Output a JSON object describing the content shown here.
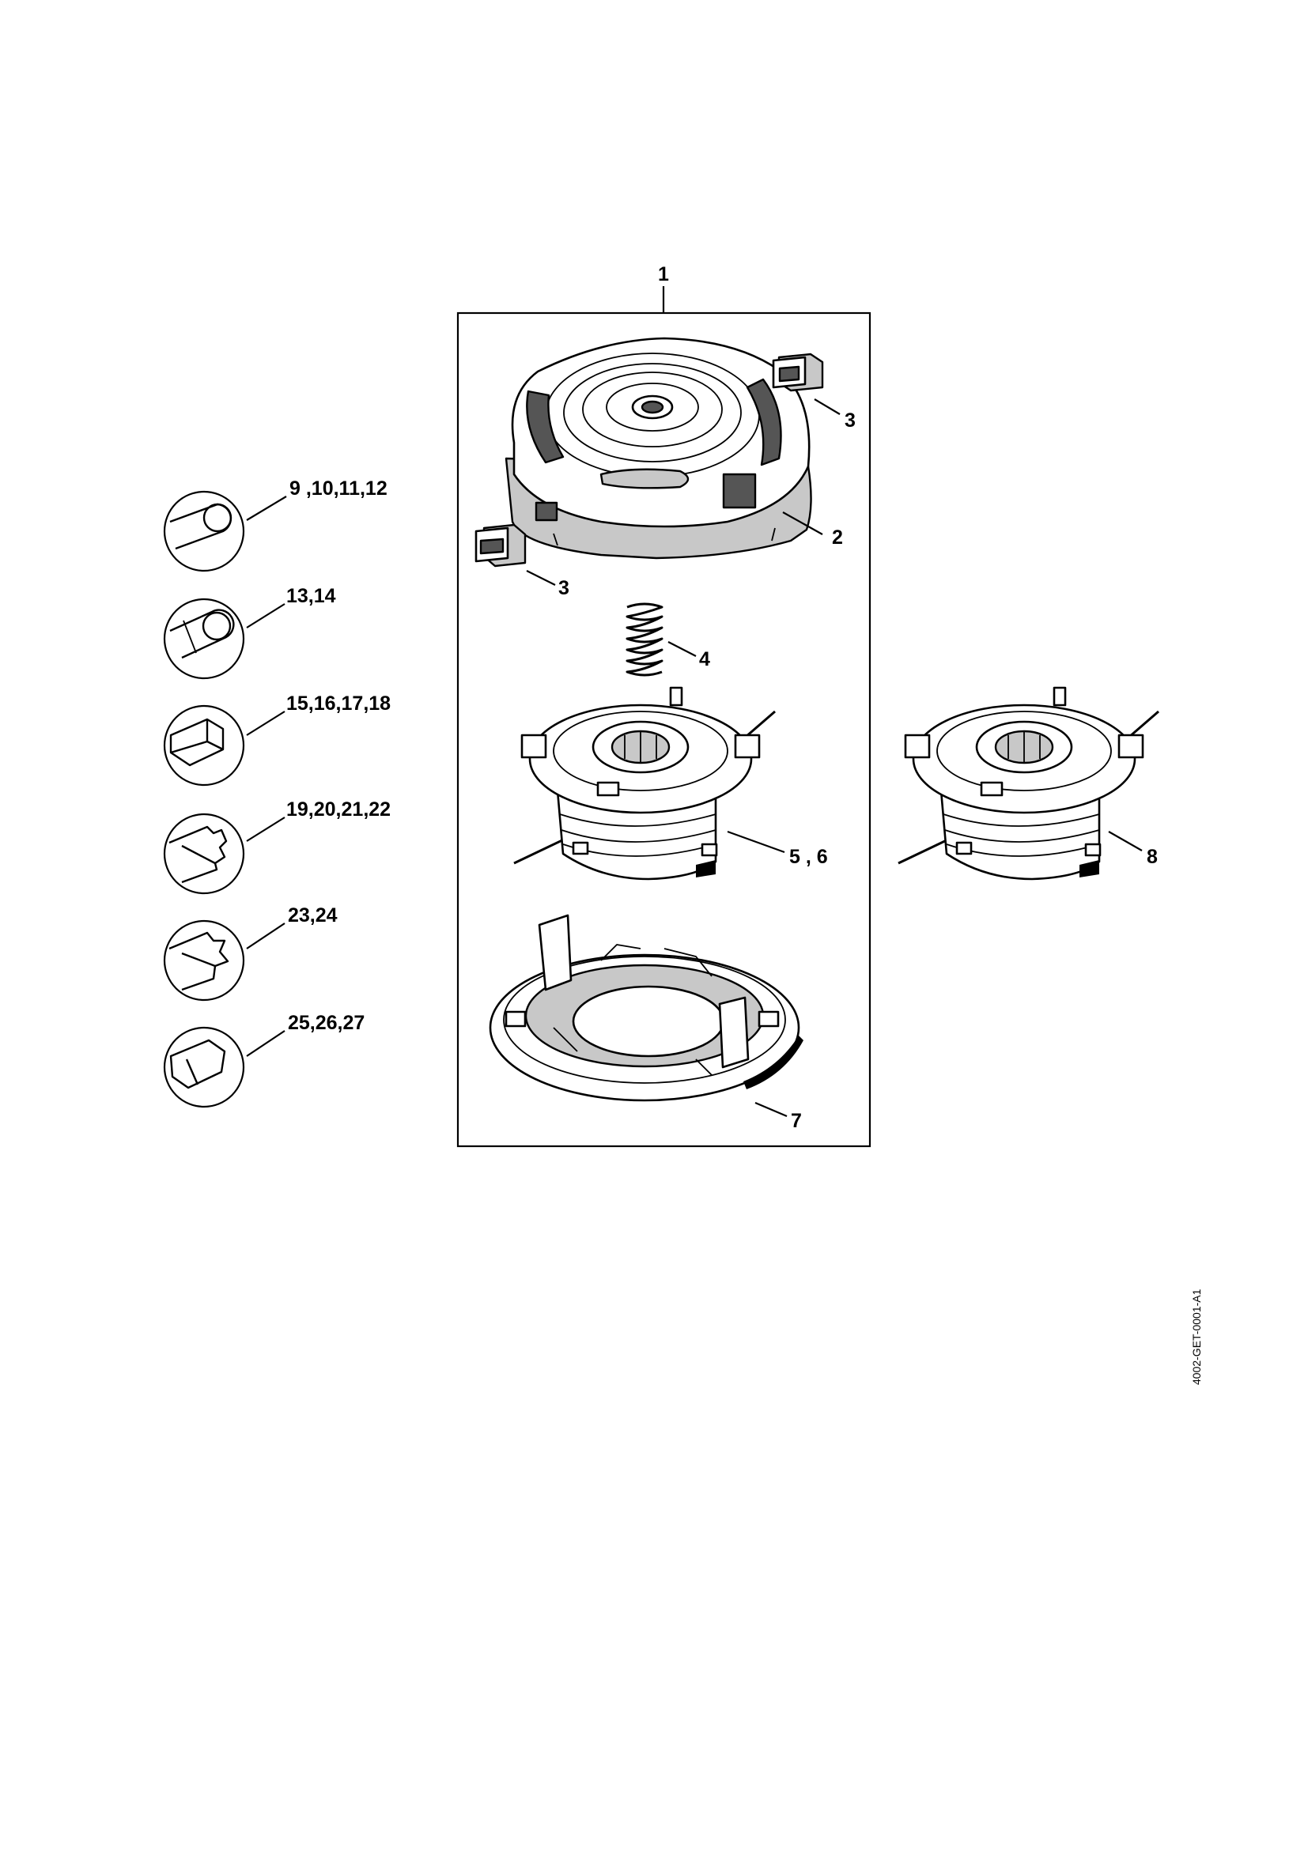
{
  "callouts": {
    "c1": "1",
    "c2": "2",
    "c3a": "3",
    "c3b": "3",
    "c4": "4",
    "c56": "5 , 6",
    "c7": "7",
    "c8": "8",
    "t1": "9 ,10,11,12",
    "t2": "13,14",
    "t3": "15,16,17,18",
    "t4": "19,20,21,22",
    "t5": "23,24",
    "t6": "25,26,27"
  },
  "drawing_code": "4002-GET-0001-A1"
}
